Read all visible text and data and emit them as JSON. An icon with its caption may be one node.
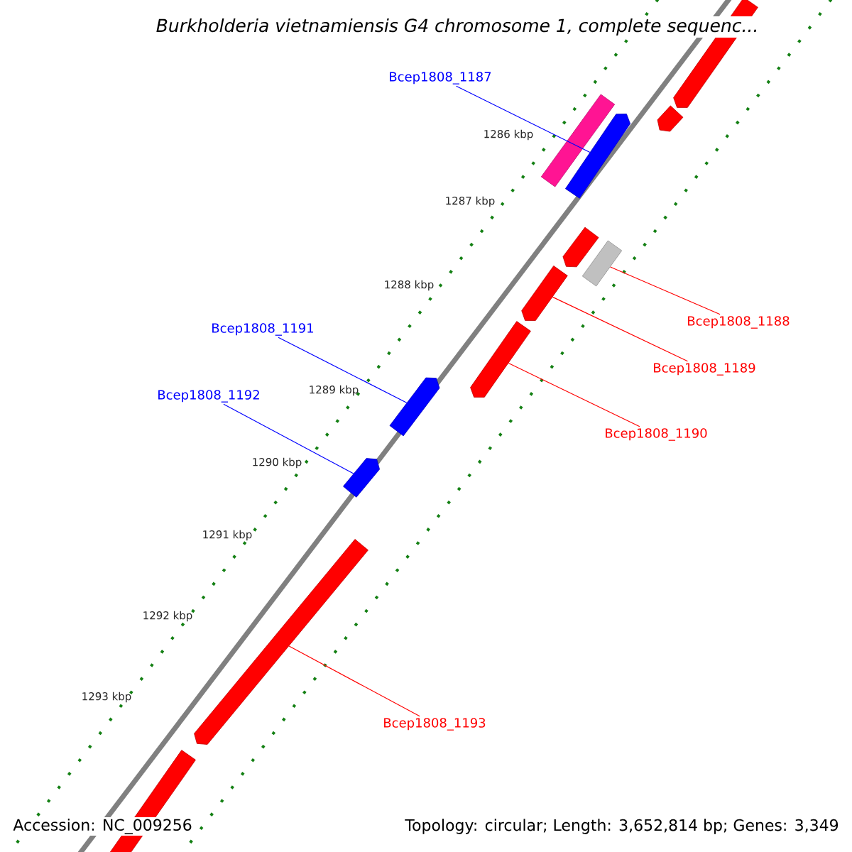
{
  "diagram": {
    "title": "Burkholderia vietnamiensis G4 chromosome 1, complete sequenc...",
    "nodes": [
      {
        "text": [
          "Bcep1808_1187"
        ]
      },
      {
        "text": [],
        "shape": "bar"
      },
      {
        "text": [
          "Bcep1808_1188"
        ]
      },
      {
        "text": [],
        "shape": "bar"
      },
      {
        "text": [
          "Bcep1808_1189"
        ]
      },
      {
        "text": [],
        "shape": "bar"
      },
      {
        "text": [
          "Bcep1808_1190"
        ]
      },
      {
        "text": [],
        "shape": "bar"
      },
      {
        "text": [
          "Bcep1808_1191"
        ]
      },
      {
        "text": [],
        "shape": "bar"
      },
      {
        "text": [
          "Bcep1808_1192"
        ]
      },
      {
        "text": [],
        "shape": "bar"
      },
      {
        "text": [
          "Bcep1808_1193"
        ]
      },
      {
        "text": [],
        "shape": "bar"
      },
      {
        "text": [],
        "shape": "bar"
      },
      {
        "text": [],
        "shape": "bar"
      },
      {
        "text": [],
        "shape": "bar"
      },
      {
        "text": [],
        "shape": "bar"
      },
      {
        "text": [],
        "shape": "bar"
      }
    ],
    "edges": [
      {
        "from": 0,
        "to": 1,
        "arrow": "none",
        "color": "#0000ff"
      },
      {
        "from": 2,
        "to": 3,
        "arrow": "none"
      },
      {
        "from": 4,
        "to": 5,
        "arrow": "none"
      },
      {
        "from": 6,
        "to": 7,
        "arrow": "none"
      },
      {
        "from": 8,
        "to": 9,
        "arrow": "none",
        "color": "#0000ff"
      },
      {
        "from": 10,
        "to": 11,
        "arrow": "none",
        "color": "#0000ff"
      },
      {
        "from": 12,
        "to": 13,
        "arrow": "none"
      }
    ],
    "labels": [
      "1286 kbp",
      "1287 kbp",
      "1288 kbp",
      "1289 kbp",
      "1290 kbp",
      "1291 kbp",
      "1292 kbp",
      "1293 kbp",
      "Accession: NC_009256",
      "Topology: circular; Length: 3,652,814 bp; Genes: 3,349"
    ]
  }
}
